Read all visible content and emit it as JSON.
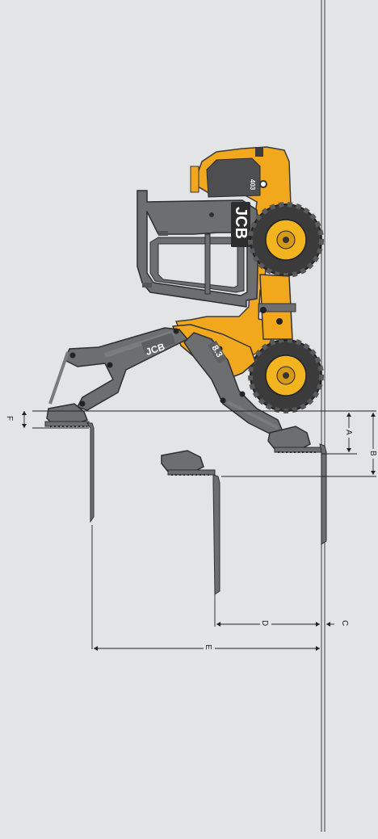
{
  "machine": {
    "brand": "JCB",
    "model": "403",
    "boom_decal": "JCB",
    "arm_decal": "8.3"
  },
  "dimensions": {
    "a": "A",
    "b": "B",
    "c": "C",
    "d": "D",
    "e": "E",
    "f": "F"
  },
  "colors": {
    "background": "#e3e4e5",
    "body_yellow": "#f2a81d",
    "frame_grey": "#6d6e70",
    "tyre_dark": "#3b3b3c",
    "rim_yellow": "#f2b41f",
    "ground_line": "#555555",
    "dim_line": "#222222"
  }
}
